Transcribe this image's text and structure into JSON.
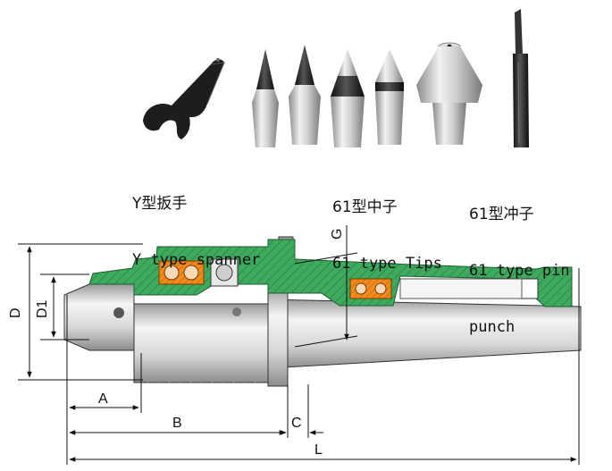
{
  "accessories": {
    "spanner": {
      "line1": "Y型扳手",
      "line2": "Y type spanner",
      "icon": "y-spanner-icon"
    },
    "tips": {
      "line1": "61型中子",
      "line2": "61 type Tips",
      "icon": "center-tip-icon",
      "count": 5
    },
    "pin_punch": {
      "line1": "61型冲子",
      "line2": "61 type pin",
      "line3": "punch",
      "icon": "pin-punch-icon"
    }
  },
  "dimensions": {
    "D": "D",
    "D1": "D1",
    "G": "G",
    "A": "A",
    "B": "B",
    "C": "C",
    "L": "L"
  },
  "colors": {
    "housing": "#3faa5e",
    "bearing": "#f08a1c",
    "steel_light": "#e8e8e8",
    "steel_dark": "#8a8a8a",
    "tip_black": "#1a1a1a"
  }
}
